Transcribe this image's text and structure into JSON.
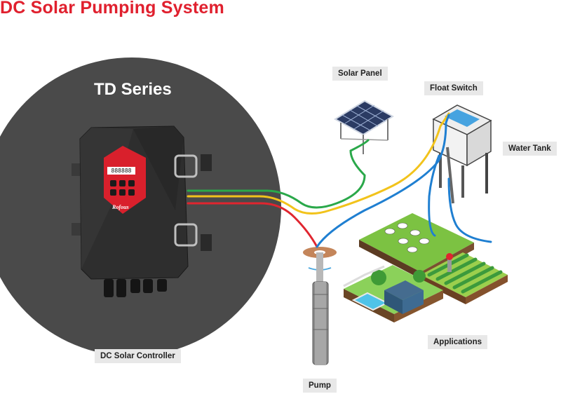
{
  "title": "DC Solar Pumping System",
  "series_name": "TD Series",
  "controller": {
    "display": "888888",
    "brand": "Rofous"
  },
  "labels": {
    "solar_panel": "Solar Panel",
    "float_switch": "Float Switch",
    "water_tank": "Water Tank",
    "applications": "Applications",
    "controller": "DC Solar Controller",
    "pump": "Pump"
  },
  "colors": {
    "title": "#e0202e",
    "wire_green": "#2aa84a",
    "wire_yellow": "#f2c31b",
    "wire_red": "#e0252f",
    "wire_blue": "#1f7fd1",
    "controller_body": "#2f2f2f",
    "controller_panel": "#d9202c"
  }
}
